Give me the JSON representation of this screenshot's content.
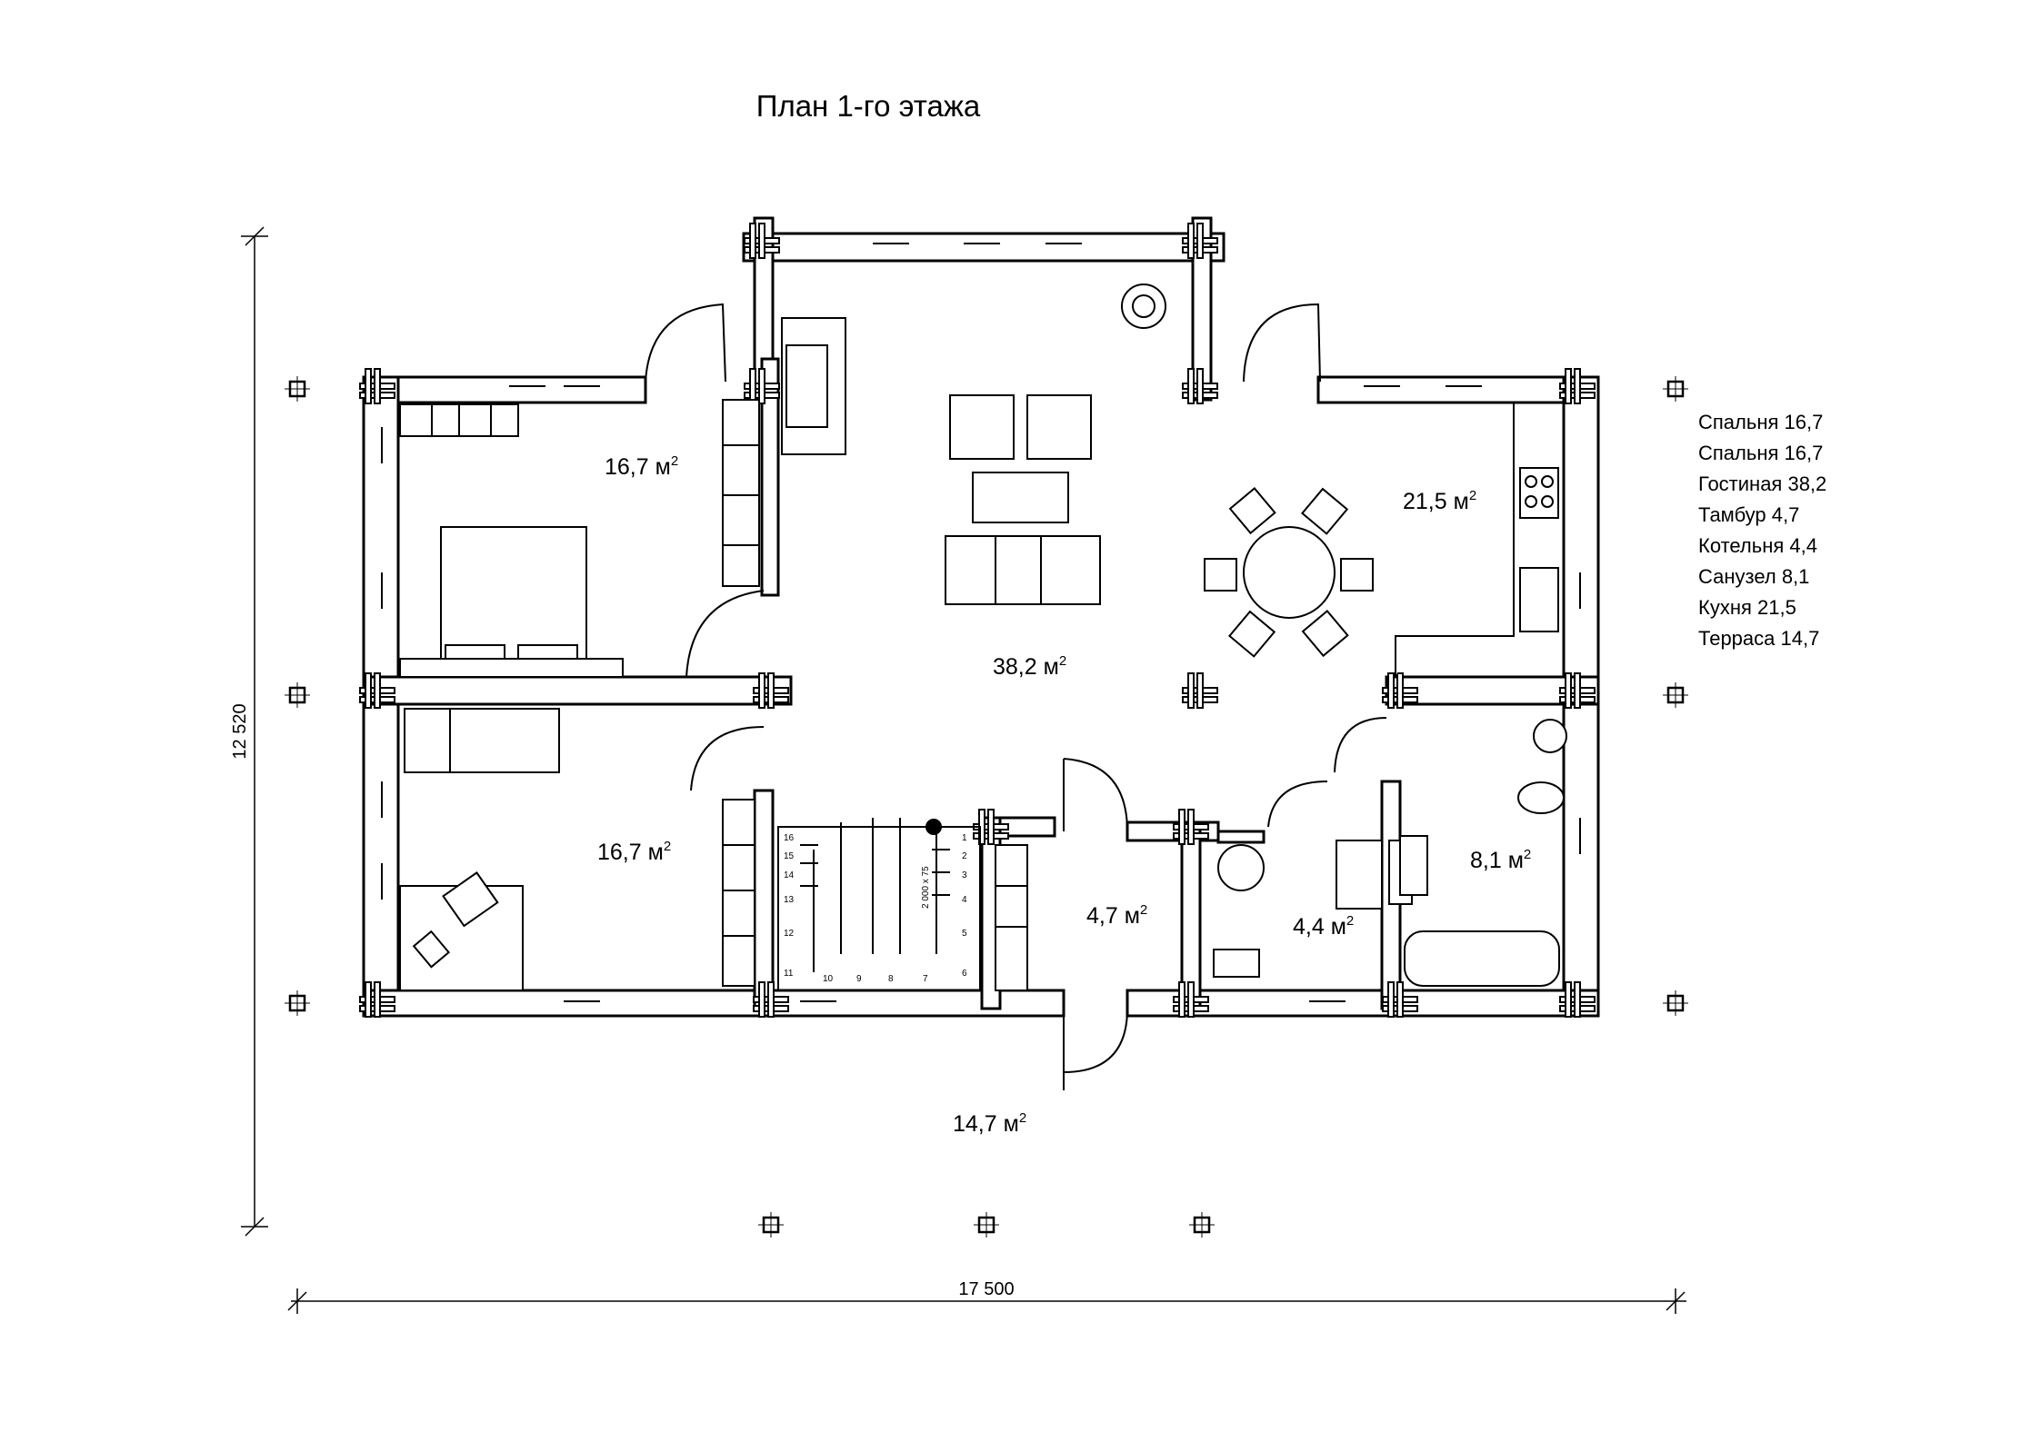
{
  "title": "План 1-го этажа",
  "dimensions": {
    "width": "17 500",
    "height": "12 520"
  },
  "area_unit": "м",
  "area_exp": "2",
  "areas": {
    "bedroom_top": "16,7",
    "bedroom_bottom": "16,7",
    "living": "38,2",
    "kitchen": "21,5",
    "vestibule": "4,7",
    "boiler": "4,4",
    "bathroom": "8,1",
    "terrace": "14,7"
  },
  "legend": [
    "Спальня 16,7",
    "Спальня 16,7",
    "Гостиная 38,2",
    "Тамбур 4,7",
    "Котельня 4,4",
    "Санузел 8,1",
    "Кухня 21,5",
    "Терраса 14,7"
  ],
  "stairs": {
    "left_steps": [
      "16",
      "15",
      "14",
      "13",
      "12",
      "11"
    ],
    "bottom_steps": [
      "10",
      "9",
      "8",
      "7",
      "6"
    ],
    "right_steps": [
      "1",
      "2",
      "3",
      "4",
      "5"
    ],
    "note": "2 000 x 75"
  }
}
